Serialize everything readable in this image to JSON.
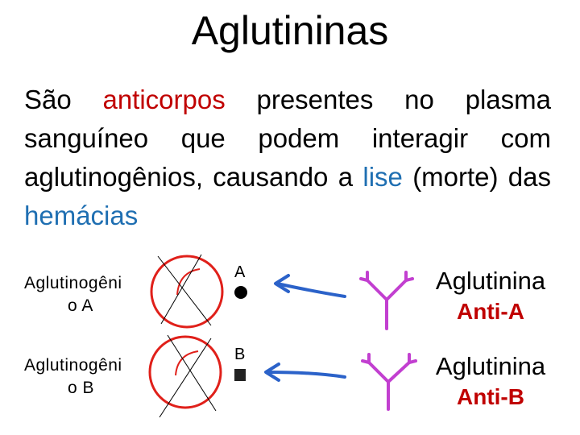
{
  "title": "Aglutininas",
  "paragraph": {
    "seg1": "São",
    "seg2": "anticorpos",
    "seg3": "presentes no plasma sanguíneo que podem interagir com aglutinogênios, causando a",
    "seg4": "lise",
    "seg5": "(morte) das",
    "seg6": "hemácias"
  },
  "rows": [
    {
      "aglutinogenio_line1": "Aglutinogêni",
      "aglutinogenio_line2": "o A",
      "antigen_letter": "A",
      "aglutinina": "Aglutinina",
      "anti": "Anti-A"
    },
    {
      "aglutinogenio_line1": "Aglutinogêni",
      "aglutinogenio_line2": "o B",
      "antigen_letter": "B",
      "aglutinina": "Aglutinina",
      "anti": "Anti-B"
    }
  ],
  "colors": {
    "red": "#c00000",
    "blue": "#1f6fb2",
    "cell": "#e0201a",
    "arrow": "#2b62c9",
    "antibody": "#c23fd0"
  }
}
